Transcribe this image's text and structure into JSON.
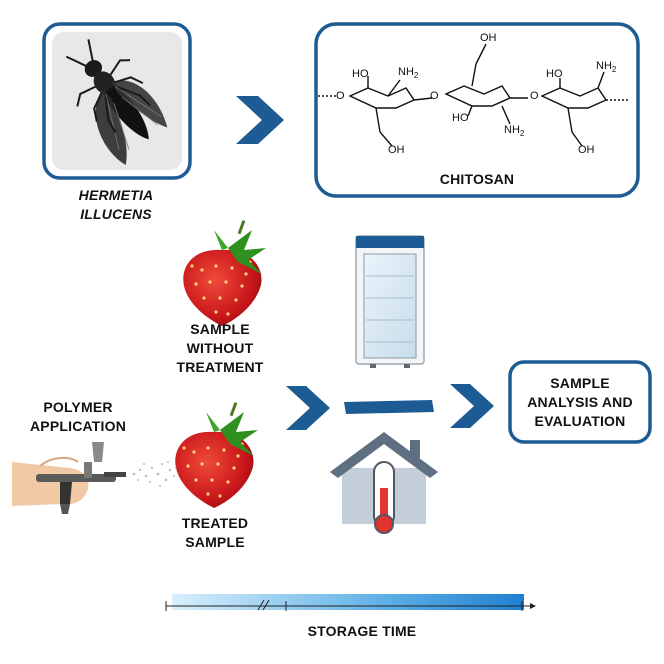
{
  "colors": {
    "accent_blue": "#1d5b94",
    "box_stroke": "#1d5b94",
    "light_blue": "#bfe3f8"
  },
  "insect": {
    "species_label": "HERMETIA\nILLUCENS",
    "icon": "black-soldier-fly-icon"
  },
  "chitosan": {
    "title": "CHITOSAN",
    "groups": {
      "oh": "OH",
      "ho": "HO",
      "nh2": "NH2",
      "o": "O"
    }
  },
  "samples": {
    "untreated_label": "SAMPLE\nWITHOUT\nTREATMENT",
    "treated_label": "TREATED\nSAMPLE",
    "icon": "strawberry-icon"
  },
  "polymer": {
    "label": "POLYMER\nAPPLICATION",
    "icon": "spray-gun-icon"
  },
  "storage": {
    "fridge_icon": "refrigerator-icon",
    "room_icon": "house-thermometer-icon",
    "axis_label": "STORAGE TIME"
  },
  "result": {
    "label": "SAMPLE\nANALYSIS AND\nEVALUATION"
  }
}
